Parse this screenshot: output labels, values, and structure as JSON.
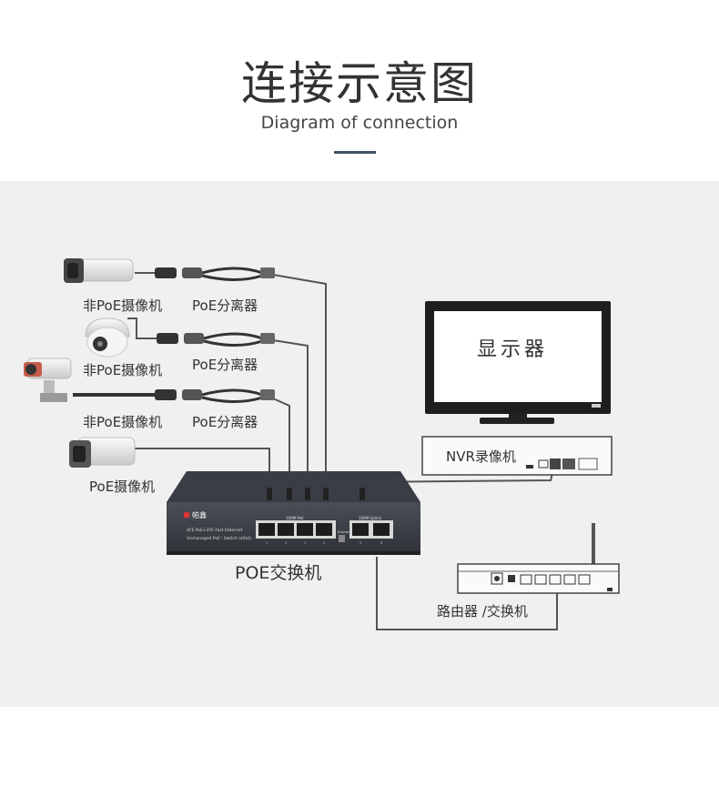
{
  "header": {
    "title": "连接示意图",
    "subtitle": "Diagram of connection"
  },
  "devices": {
    "camera_1_label": "非PoE摄像机",
    "splitter_1_label": "PoE分离器",
    "camera_2_label": "非PoE摄像机",
    "splitter_2_label": "PoE分离器",
    "camera_3_label": "非PoE摄像机",
    "splitter_3_label": "PoE分离器",
    "camera_4_label": "PoE摄像机",
    "monitor_label": "显示器",
    "nvr_label": "NVR录像机",
    "switch_label": "POE交换机",
    "router_label": "路由器 /交换机"
  },
  "switch_panel": {
    "brand": "帕鑫",
    "model_line1": "4FE PoE+2FE Fast Ethernet",
    "model_line2": "Unmanaged PoE⁺ Switch (af/at)",
    "poe_group": "100M PoE",
    "uplink_group": "100M Uplink",
    "ext_label": "Extend",
    "port_numbers": [
      "1",
      "2",
      "3",
      "4",
      "5",
      "6"
    ]
  },
  "colors": {
    "title_rule": "#3f5166",
    "background_panel": "#f0f0f0",
    "switch_body": "#3a3d44",
    "cable": "#555555"
  }
}
